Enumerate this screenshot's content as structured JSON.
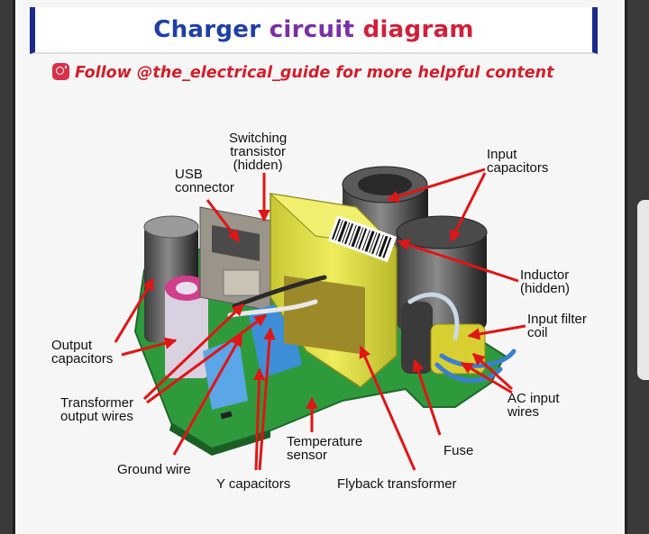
{
  "title": {
    "part1": "Charger",
    "part2": "circuit",
    "part3": "diagram"
  },
  "follow_text": "Follow @the_electrical_guide for more helpful content",
  "labels": {
    "switching_transistor": "Switching\ntransistor\n(hidden)",
    "usb_connector": "USB\nconnector",
    "input_capacitors": "Input\ncapacitors",
    "inductor": "Inductor\n(hidden)",
    "input_filter_coil": "Input filter\ncoil",
    "ac_input_wires": "AC input\nwires",
    "output_capacitors": "Output\ncapacitors",
    "transformer_output_wires": "Transformer\noutput wires",
    "ground_wire": "Ground wire",
    "temperature_sensor": "Temperature\nsensor",
    "fuse": "Fuse",
    "y_capacitors": "Y capacitors",
    "flyback_transformer": "Flyback transformer"
  },
  "colors": {
    "arrow": "#e01515",
    "title_blue": "#1f3fa8",
    "title_purple": "#7a2fa6",
    "title_red": "#d2203a",
    "pcb": "#2f9a3c",
    "transformer": "#e8e64a"
  }
}
